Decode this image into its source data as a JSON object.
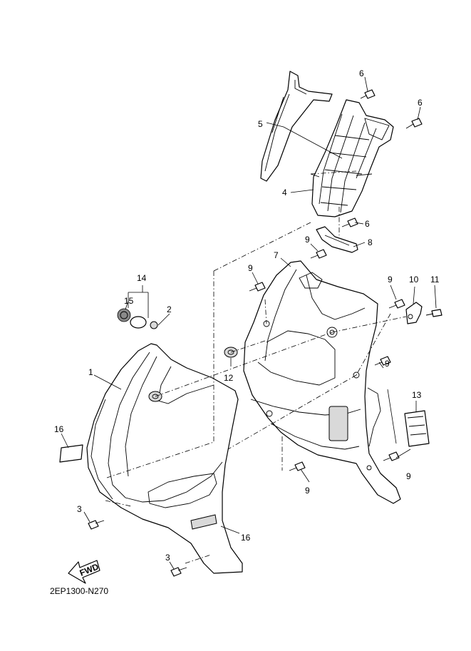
{
  "drawing_code": "2EP1300-N270",
  "fwd_label": "FWD",
  "callouts": {
    "c1": "1",
    "c2": "2",
    "c3a": "3",
    "c3b": "3",
    "c4": "4",
    "c5": "5",
    "c6a": "6",
    "c6b": "6",
    "c6c": "6",
    "c7": "7",
    "c8": "8",
    "c9a": "9",
    "c9b": "9",
    "c9c": "9",
    "c9d": "9",
    "c9e": "9",
    "c9f": "9",
    "c10": "10",
    "c11": "11",
    "c12": "12",
    "c13": "13",
    "c14": "14",
    "c15": "15",
    "c16a": "16",
    "c16b": "16"
  }
}
